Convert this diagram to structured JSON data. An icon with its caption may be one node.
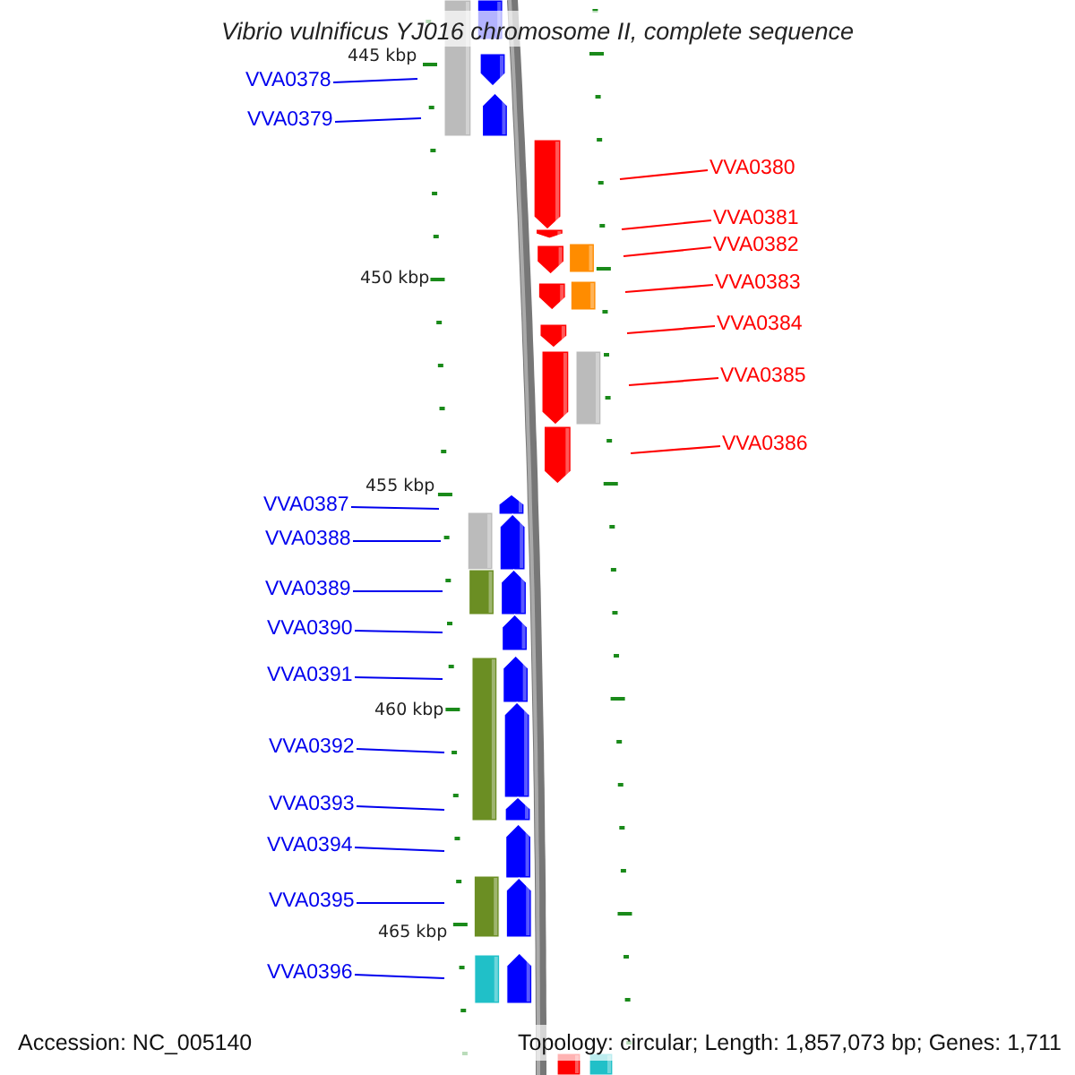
{
  "diagram": {
    "title": "Vibrio vulnificus YJ016 chromosome II, complete sequence",
    "nodes": [
      {
        "text": [
          "VVA0378"
        ]
      },
      {
        "text": [
          "VVA0379"
        ]
      },
      {
        "text": [
          "VVA0380"
        ]
      },
      {
        "text": [
          "VVA0381"
        ]
      },
      {
        "text": [
          "VVA0382"
        ]
      },
      {
        "text": [
          "VVA0383"
        ]
      },
      {
        "text": [
          "VVA0384"
        ]
      },
      {
        "text": [
          "VVA0385"
        ]
      },
      {
        "text": [
          "VVA0386"
        ]
      },
      {
        "text": [
          "VVA0387"
        ]
      },
      {
        "text": [
          "VVA0388"
        ]
      },
      {
        "text": [
          "VVA0389"
        ]
      },
      {
        "text": [
          "VVA0390"
        ]
      },
      {
        "text": [
          "VVA0391"
        ]
      },
      {
        "text": [
          "VVA0392"
        ]
      },
      {
        "text": [
          "VVA0393"
        ]
      },
      {
        "text": [
          "VVA0394"
        ]
      },
      {
        "text": [
          "VVA0395"
        ]
      },
      {
        "text": [
          "VVA0396"
        ]
      }
    ],
    "edges": [
      {
        "from": 0,
        "to": null,
        "arrow": "none"
      },
      {
        "from": 1,
        "to": null,
        "arrow": "none"
      },
      {
        "from": 2,
        "to": null,
        "arrow": "none",
        "color": "#ff0000"
      },
      {
        "from": 3,
        "to": null,
        "arrow": "none",
        "color": "#ff0000"
      },
      {
        "from": 4,
        "to": null,
        "arrow": "none",
        "color": "#ff0000"
      },
      {
        "from": 5,
        "to": null,
        "arrow": "none",
        "color": "#ff0000"
      },
      {
        "from": 6,
        "to": null,
        "arrow": "none",
        "color": "#ff0000"
      },
      {
        "from": 7,
        "to": null,
        "arrow": "none",
        "color": "#ff0000"
      },
      {
        "from": 8,
        "to": null,
        "arrow": "none",
        "color": "#ff0000"
      },
      {
        "from": 9,
        "to": null,
        "arrow": "none"
      },
      {
        "from": 10,
        "to": null,
        "arrow": "none"
      },
      {
        "from": 11,
        "to": null,
        "arrow": "none"
      },
      {
        "from": 12,
        "to": null,
        "arrow": "none"
      },
      {
        "from": 13,
        "to": null,
        "arrow": "none"
      },
      {
        "from": 14,
        "to": null,
        "arrow": "none"
      },
      {
        "from": 15,
        "to": null,
        "arrow": "none"
      },
      {
        "from": 16,
        "to": null,
        "arrow": "none"
      },
      {
        "from": 17,
        "to": null,
        "arrow": "none"
      },
      {
        "from": 18,
        "to": null,
        "arrow": "none"
      }
    ],
    "labels": [
      "445 kbp",
      "450 kbp",
      "455 kbp",
      "460 kbp",
      "465 kbp",
      "Accession: NC_005140",
      "Topology: circular; Length: 1,857,073 bp; Genes: 1,711"
    ]
  }
}
